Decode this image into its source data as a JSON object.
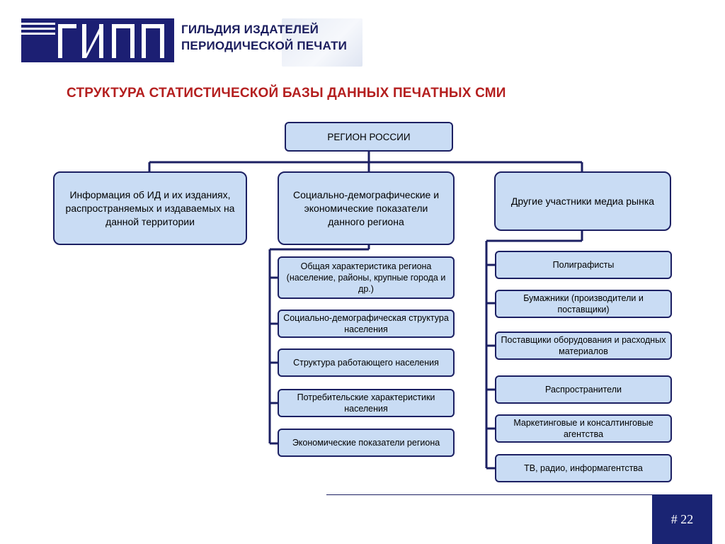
{
  "logo": {
    "line1": "ГИЛЬДИЯ ИЗДАТЕЛЕЙ",
    "line2": "ПЕРИОДИЧЕСКОЙ ПЕЧАТИ",
    "color": "#1c1f73"
  },
  "title": "СТРУКТУРА СТАТИСТИЧЕСКОЙ БАЗЫ ДАННЫХ ПЕЧАТНЫХ СМИ",
  "root": "РЕГИОН РОССИИ",
  "branches": {
    "left": "Информация об ИД и их изданиях, распространяемых и издаваемых на данной территории",
    "middle": "Социально-демографические и экономические показатели данного региона",
    "right": "Другие участники медиа рынка"
  },
  "middle_items": [
    "Общая характеристика региона (население, районы, крупные города и др.)",
    "Социально-демографическая структура населения",
    "Структура работающего населения",
    "Потребительские характеристики населения",
    "Экономические показатели региона"
  ],
  "right_items": [
    "Полиграфисты",
    "Бумажники (производители и поставщики)",
    "Поставщики оборудования и расходных материалов",
    "Распространители",
    "Маркетинговые и консалтинговые агентства",
    "ТВ, радио, информагентства"
  ],
  "page_number": "# 22",
  "colors": {
    "box_fill": "#c9dcf4",
    "box_border": "#1c2063",
    "title": "#b41f1f",
    "page_box": "#1a2473"
  }
}
